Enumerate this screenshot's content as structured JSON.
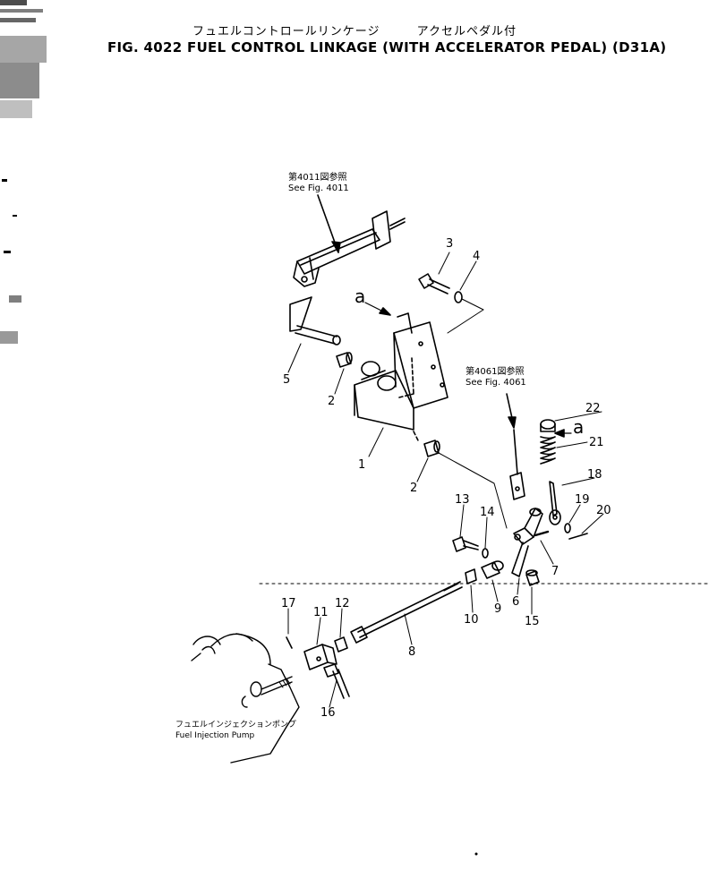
{
  "header": {
    "title_jp_left": "フュエルコントロールリンケージ",
    "title_jp_right": "アクセルペダル付",
    "title_en": "FIG. 4022  FUEL CONTROL LINKAGE (WITH ACCELERATOR PEDAL) (D31A)"
  },
  "references": {
    "ref_4011_jp": "第4011図参照",
    "ref_4011_en": "See Fig. 4011",
    "ref_4061_jp": "第4061図参照",
    "ref_4061_en": "See Fig. 4061",
    "pump_jp": "フュエルインジェクションポンプ",
    "pump_en": "Fuel Injection Pump"
  },
  "markers": {
    "a_left": "a",
    "a_right": "a"
  },
  "callouts": [
    {
      "id": "1",
      "label": "1"
    },
    {
      "id": "2a",
      "label": "2"
    },
    {
      "id": "2b",
      "label": "2"
    },
    {
      "id": "3",
      "label": "3"
    },
    {
      "id": "4",
      "label": "4"
    },
    {
      "id": "5",
      "label": "5"
    },
    {
      "id": "6",
      "label": "6"
    },
    {
      "id": "7",
      "label": "7"
    },
    {
      "id": "8",
      "label": "8"
    },
    {
      "id": "9",
      "label": "9"
    },
    {
      "id": "10",
      "label": "10"
    },
    {
      "id": "11",
      "label": "11"
    },
    {
      "id": "12",
      "label": "12"
    },
    {
      "id": "13",
      "label": "13"
    },
    {
      "id": "14",
      "label": "14"
    },
    {
      "id": "15",
      "label": "15"
    },
    {
      "id": "16",
      "label": "16"
    },
    {
      "id": "17",
      "label": "17"
    },
    {
      "id": "18",
      "label": "18"
    },
    {
      "id": "19",
      "label": "19"
    },
    {
      "id": "20",
      "label": "20"
    },
    {
      "id": "21",
      "label": "21"
    },
    {
      "id": "22",
      "label": "22"
    }
  ]
}
